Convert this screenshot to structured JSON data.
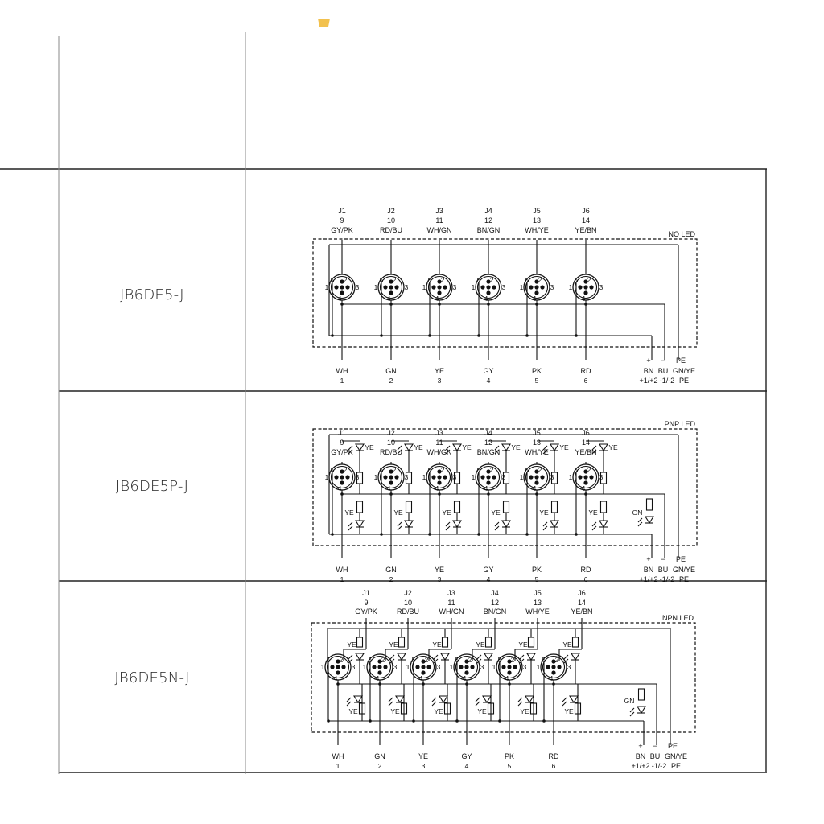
{
  "rows": [
    {
      "model": "JB6DE5-J",
      "led_type": "NO LED",
      "ports": [
        {
          "j": "J1",
          "num": "9",
          "color": "GY/PK",
          "wire": "WH",
          "wnum": "1"
        },
        {
          "j": "J2",
          "num": "10",
          "color": "RD/BU",
          "wire": "GN",
          "wnum": "2"
        },
        {
          "j": "J3",
          "num": "11",
          "color": "WH/GN",
          "wire": "YE",
          "wnum": "3"
        },
        {
          "j": "J4",
          "num": "12",
          "color": "BN/GN",
          "wire": "GY",
          "wnum": "4"
        },
        {
          "j": "J5",
          "num": "13",
          "color": "WH/YE",
          "wire": "PK",
          "wnum": "5"
        },
        {
          "j": "J6",
          "num": "14",
          "color": "YE/BN",
          "wire": "RD",
          "wnum": "6"
        }
      ]
    },
    {
      "model": "JB6DE5P-J",
      "led_type": "PNP LED",
      "ports": [
        {
          "j": "J1",
          "num": "9",
          "color": "GY/PK",
          "wire": "WH",
          "wnum": "1"
        },
        {
          "j": "J2",
          "num": "10",
          "color": "RD/BU",
          "wire": "GN",
          "wnum": "2"
        },
        {
          "j": "J3",
          "num": "11",
          "color": "WH/GN",
          "wire": "YE",
          "wnum": "3"
        },
        {
          "j": "J4",
          "num": "12",
          "color": "BN/GN",
          "wire": "GY",
          "wnum": "4"
        },
        {
          "j": "J5",
          "num": "13",
          "color": "WH/YE",
          "wire": "PK",
          "wnum": "5"
        },
        {
          "j": "J6",
          "num": "14",
          "color": "YE/BN",
          "wire": "RD",
          "wnum": "6"
        }
      ]
    },
    {
      "model": "JB6DE5N-J",
      "led_type": "NPN LED",
      "ports": [
        {
          "j": "J1",
          "num": "9",
          "color": "GY/PK",
          "wire": "WH",
          "wnum": "1"
        },
        {
          "j": "J2",
          "num": "10",
          "color": "RD/BU",
          "wire": "GN",
          "wnum": "2"
        },
        {
          "j": "J3",
          "num": "11",
          "color": "WH/GN",
          "wire": "YE",
          "wnum": "3"
        },
        {
          "j": "J4",
          "num": "12",
          "color": "BN/GN",
          "wire": "GY",
          "wnum": "4"
        },
        {
          "j": "J5",
          "num": "13",
          "color": "WH/YE",
          "wire": "PK",
          "wnum": "5"
        },
        {
          "j": "J6",
          "num": "14",
          "color": "YE/BN",
          "wire": "RD",
          "wnum": "6"
        }
      ]
    }
  ],
  "pin_numbers": [
    "1",
    "2",
    "3",
    "4",
    "5"
  ],
  "led_label": "YE",
  "pe_led_label": "GN",
  "power": {
    "plus_symbol": "+",
    "minus_symbol": "−",
    "pe_symbol": "PE",
    "plus_color": "BN",
    "minus_color": "BU",
    "pe_color": "GN/YE",
    "plus_pins": "+1/+2",
    "minus_pins": "-1/-2",
    "pe_pin": "PE"
  }
}
